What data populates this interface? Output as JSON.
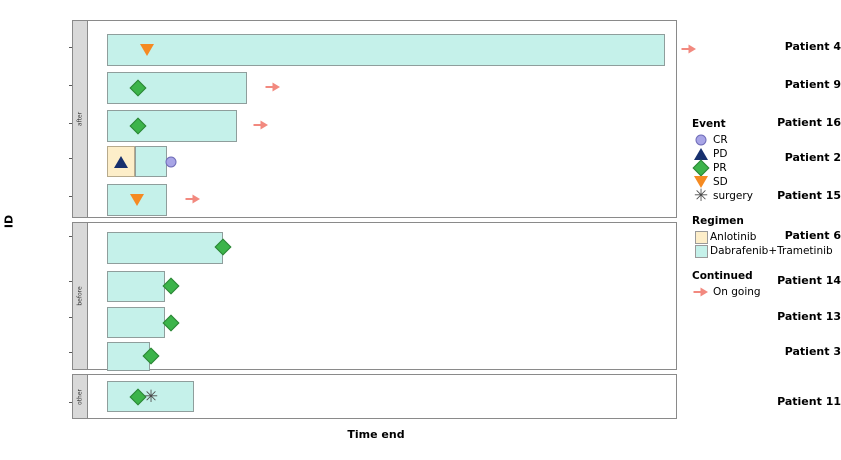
{
  "axes": {
    "y_title": "ID",
    "x_title": "Time end"
  },
  "chart_data": {
    "type": "bar",
    "title": "",
    "xlabel": "Time end",
    "ylabel": "ID",
    "orientation": "horizontal",
    "chart_kind": "swimmer-plot",
    "facets": [
      {
        "strip_label": "after",
        "rows": [
          {
            "id": "Patient 4",
            "segments": [
              {
                "regimen": "Dabrafenib+Trametinib",
                "start": 0,
                "end": 92.8
              }
            ],
            "events": [
              {
                "type": "SD",
                "at": 6.5
              }
            ],
            "ongoing": true,
            "ongoing_at": 96.5
          },
          {
            "id": "Patient 9",
            "segments": [
              {
                "regimen": "Dabrafenib+Trametinib",
                "start": 0,
                "end": 23.3
              }
            ],
            "events": [
              {
                "type": "PR",
                "at": 5.2
              }
            ],
            "ongoing": true,
            "ongoing_at": 27.6
          },
          {
            "id": "Patient 16",
            "segments": [
              {
                "regimen": "Dabrafenib+Trametinib",
                "start": 0,
                "end": 21.7
              }
            ],
            "events": [
              {
                "type": "PR",
                "at": 5.2
              }
            ],
            "ongoing": true,
            "ongoing_at": 26.0
          },
          {
            "id": "Patient 2",
            "segments": [
              {
                "regimen": "Anlotinib",
                "start": 0,
                "end": 4.7
              },
              {
                "regimen": "Dabrafenib+Trametinib",
                "start": 4.7,
                "end": 10.0
              }
            ],
            "events": [
              {
                "type": "PD",
                "at": 2.2
              },
              {
                "type": "CR",
                "at": 10.5
              }
            ],
            "ongoing": false,
            "ongoing_at": null
          },
          {
            "id": "Patient 15",
            "segments": [
              {
                "regimen": "Dabrafenib+Trametinib",
                "start": 0,
                "end": 10.0
              }
            ],
            "events": [
              {
                "type": "SD",
                "at": 5.0
              }
            ],
            "ongoing": true,
            "ongoing_at": 14.2
          }
        ]
      },
      {
        "strip_label": "before",
        "rows": [
          {
            "id": "Patient 6",
            "segments": [
              {
                "regimen": "Dabrafenib+Trametinib",
                "start": 0,
                "end": 19.3
              }
            ],
            "events": [
              {
                "type": "PR",
                "at": 19.3
              }
            ],
            "ongoing": false,
            "ongoing_at": null
          },
          {
            "id": "Patient 14",
            "segments": [
              {
                "regimen": "Dabrafenib+Trametinib",
                "start": 0,
                "end": 9.7
              }
            ],
            "events": [
              {
                "type": "PR",
                "at": 10.8
              }
            ],
            "ongoing": false,
            "ongoing_at": null
          },
          {
            "id": "Patient 13",
            "segments": [
              {
                "regimen": "Dabrafenib+Trametinib",
                "start": 0,
                "end": 9.7
              }
            ],
            "events": [
              {
                "type": "PR",
                "at": 10.8
              }
            ],
            "ongoing": false,
            "ongoing_at": null
          },
          {
            "id": "Patient 3",
            "segments": [
              {
                "regimen": "Dabrafenib+Trametinib",
                "start": 0,
                "end": 7.2
              }
            ],
            "events": [
              {
                "type": "PR",
                "at": 7.2
              }
            ],
            "ongoing": false,
            "ongoing_at": null
          }
        ]
      },
      {
        "strip_label": "other",
        "rows": [
          {
            "id": "Patient 11",
            "segments": [
              {
                "regimen": "Dabrafenib+Trametinib",
                "start": 0,
                "end": 14.5
              }
            ],
            "events": [
              {
                "type": "PR",
                "at": 5.2
              },
              {
                "type": "surgery",
                "at": 7.4
              }
            ],
            "ongoing": false,
            "ongoing_at": null
          }
        ]
      }
    ]
  },
  "legend": {
    "event": {
      "title": "Event",
      "items": [
        {
          "label": "CR",
          "marker": "circle",
          "color": "#a8a5e6"
        },
        {
          "label": "PD",
          "marker": "triangle-up",
          "color": "#17306e"
        },
        {
          "label": "PR",
          "marker": "diamond",
          "color": "#3cb44a"
        },
        {
          "label": "SD",
          "marker": "triangle-down",
          "color": "#f58a22"
        },
        {
          "label": "surgery",
          "marker": "asterisk",
          "color": "#4a4a4a"
        }
      ]
    },
    "regimen": {
      "title": "Regimen",
      "items": [
        {
          "label": "Anlotinib",
          "color": "#fdeec9"
        },
        {
          "label": "Dabrafenib+Trametinib",
          "color": "#c5f1ea"
        }
      ]
    },
    "continued": {
      "title": "Continued",
      "items": [
        {
          "label": "On going",
          "color": "#f2897f"
        }
      ]
    }
  },
  "glyphs": {
    "surgery": "✳"
  }
}
